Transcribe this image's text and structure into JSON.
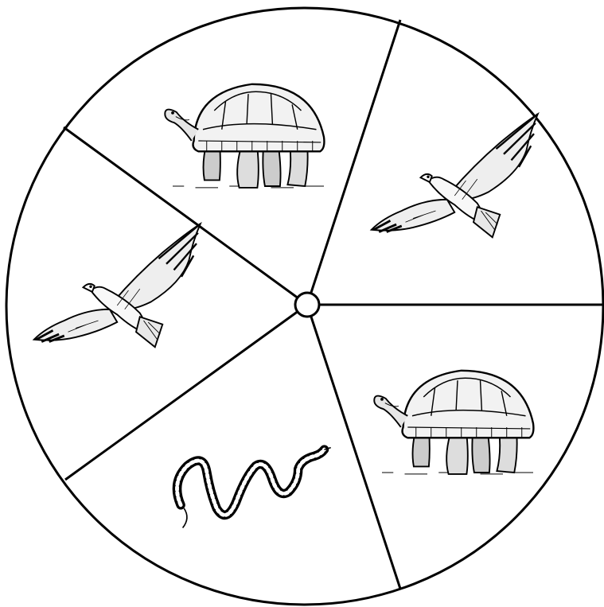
{
  "spinner": {
    "sectors": [
      {
        "animal": "tortoise",
        "icon": "tortoise-icon"
      },
      {
        "animal": "hawk",
        "icon": "hawk-icon"
      },
      {
        "animal": "tortoise",
        "icon": "tortoise-icon"
      },
      {
        "animal": "snake",
        "icon": "snake-icon"
      },
      {
        "animal": "hawk",
        "icon": "hawk-icon"
      }
    ],
    "colors": {
      "line": "#000000",
      "fill": "#ffffff"
    }
  }
}
